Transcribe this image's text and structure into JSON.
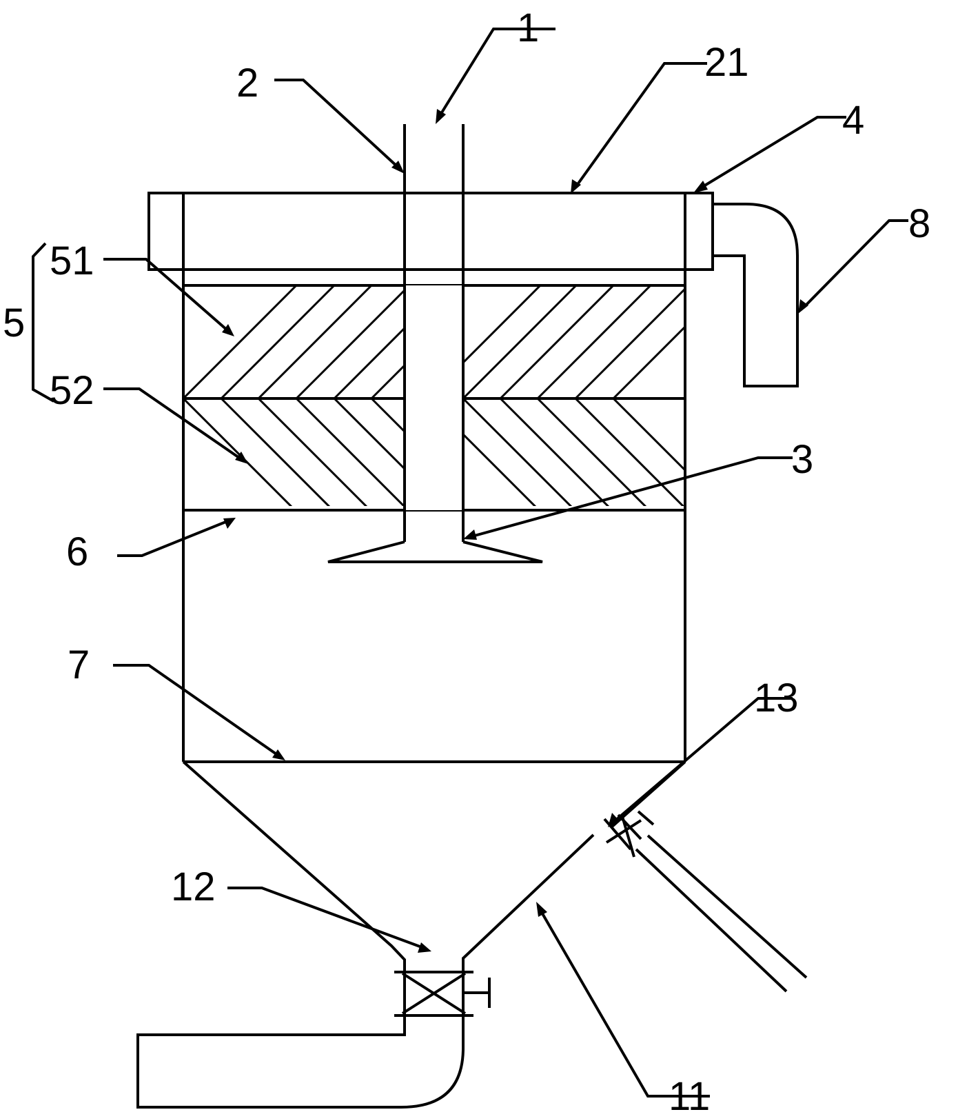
{
  "diagram": {
    "callouts": [
      {
        "id": "1",
        "text": "1"
      },
      {
        "id": "2",
        "text": "2"
      },
      {
        "id": "21",
        "text": "21"
      },
      {
        "id": "4",
        "text": "4"
      },
      {
        "id": "8",
        "text": "8"
      },
      {
        "id": "5",
        "text": "5"
      },
      {
        "id": "51",
        "text": "51"
      },
      {
        "id": "52",
        "text": "52"
      },
      {
        "id": "3",
        "text": "3"
      },
      {
        "id": "6",
        "text": "6"
      },
      {
        "id": "7",
        "text": "7"
      },
      {
        "id": "13",
        "text": "13"
      },
      {
        "id": "12",
        "text": "12"
      },
      {
        "id": "11",
        "text": "11"
      }
    ],
    "colors": {
      "line": "#000000",
      "background": "#ffffff"
    }
  }
}
